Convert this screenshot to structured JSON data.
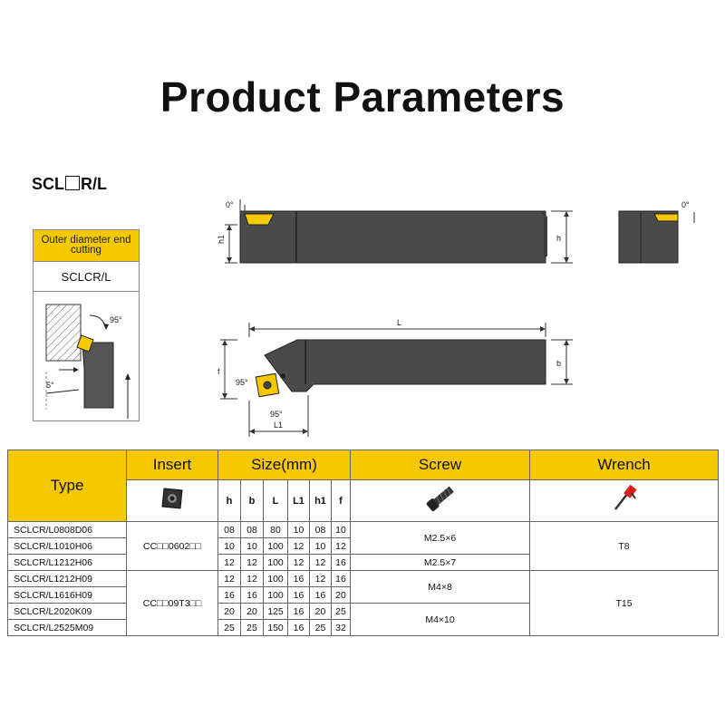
{
  "title": "Product Parameters",
  "series_code": {
    "prefix": "SCL",
    "suffix": "R/L"
  },
  "card": {
    "header": "Outer diameter end cutting",
    "code": "SCLCR/L",
    "angle_top": "95°",
    "angle_side": "5°"
  },
  "drawing": {
    "top_view": {
      "angle_left": "0°",
      "angle_right": "0°",
      "label_h1": "h1",
      "label_h": "h"
    },
    "plan_view": {
      "label_L": "L",
      "label_f": "f",
      "label_b": "b",
      "label_L1": "L1",
      "angle_a": "95°",
      "angle_b": "95°"
    }
  },
  "table": {
    "headers": {
      "type": "Type",
      "insert": "Insert",
      "size": "Size(mm)",
      "screw": "Screw",
      "wrench": "Wrench"
    },
    "size_columns": [
      "h",
      "b",
      "L",
      "L1",
      "h1",
      "f"
    ],
    "icon_names": {
      "insert": "square-insert-icon",
      "screw": "torx-screw-icon",
      "wrench": "torx-wrench-icon"
    },
    "rows": [
      {
        "type": "SCLCR/L0808D06",
        "sizes": [
          "08",
          "08",
          "80",
          "10",
          "08",
          "10"
        ]
      },
      {
        "type": "SCLCR/L1010H06",
        "sizes": [
          "10",
          "10",
          "100",
          "12",
          "10",
          "12"
        ]
      },
      {
        "type": "SCLCR/L1212H06",
        "sizes": [
          "12",
          "12",
          "100",
          "12",
          "12",
          "16"
        ]
      },
      {
        "type": "SCLCR/L1212H09",
        "sizes": [
          "12",
          "12",
          "100",
          "16",
          "12",
          "16"
        ]
      },
      {
        "type": "SCLCR/L1616H09",
        "sizes": [
          "16",
          "16",
          "100",
          "16",
          "16",
          "20"
        ]
      },
      {
        "type": "SCLCR/L2020K09",
        "sizes": [
          "20",
          "20",
          "125",
          "16",
          "20",
          "25"
        ]
      },
      {
        "type": "SCLCR/L2525M09",
        "sizes": [
          "25",
          "25",
          "150",
          "16",
          "25",
          "32"
        ]
      }
    ],
    "inserts": [
      "CC□□0602□□",
      "CC□□09T3□□"
    ],
    "screws": [
      "M2.5×6",
      "M2.5×7",
      "M4×8",
      "M4×10"
    ],
    "wrenches": [
      "T8",
      "T15"
    ]
  },
  "colors": {
    "accent": "#f5c800",
    "tool_body": "#4a4a4a",
    "insert": "#f5c800"
  }
}
